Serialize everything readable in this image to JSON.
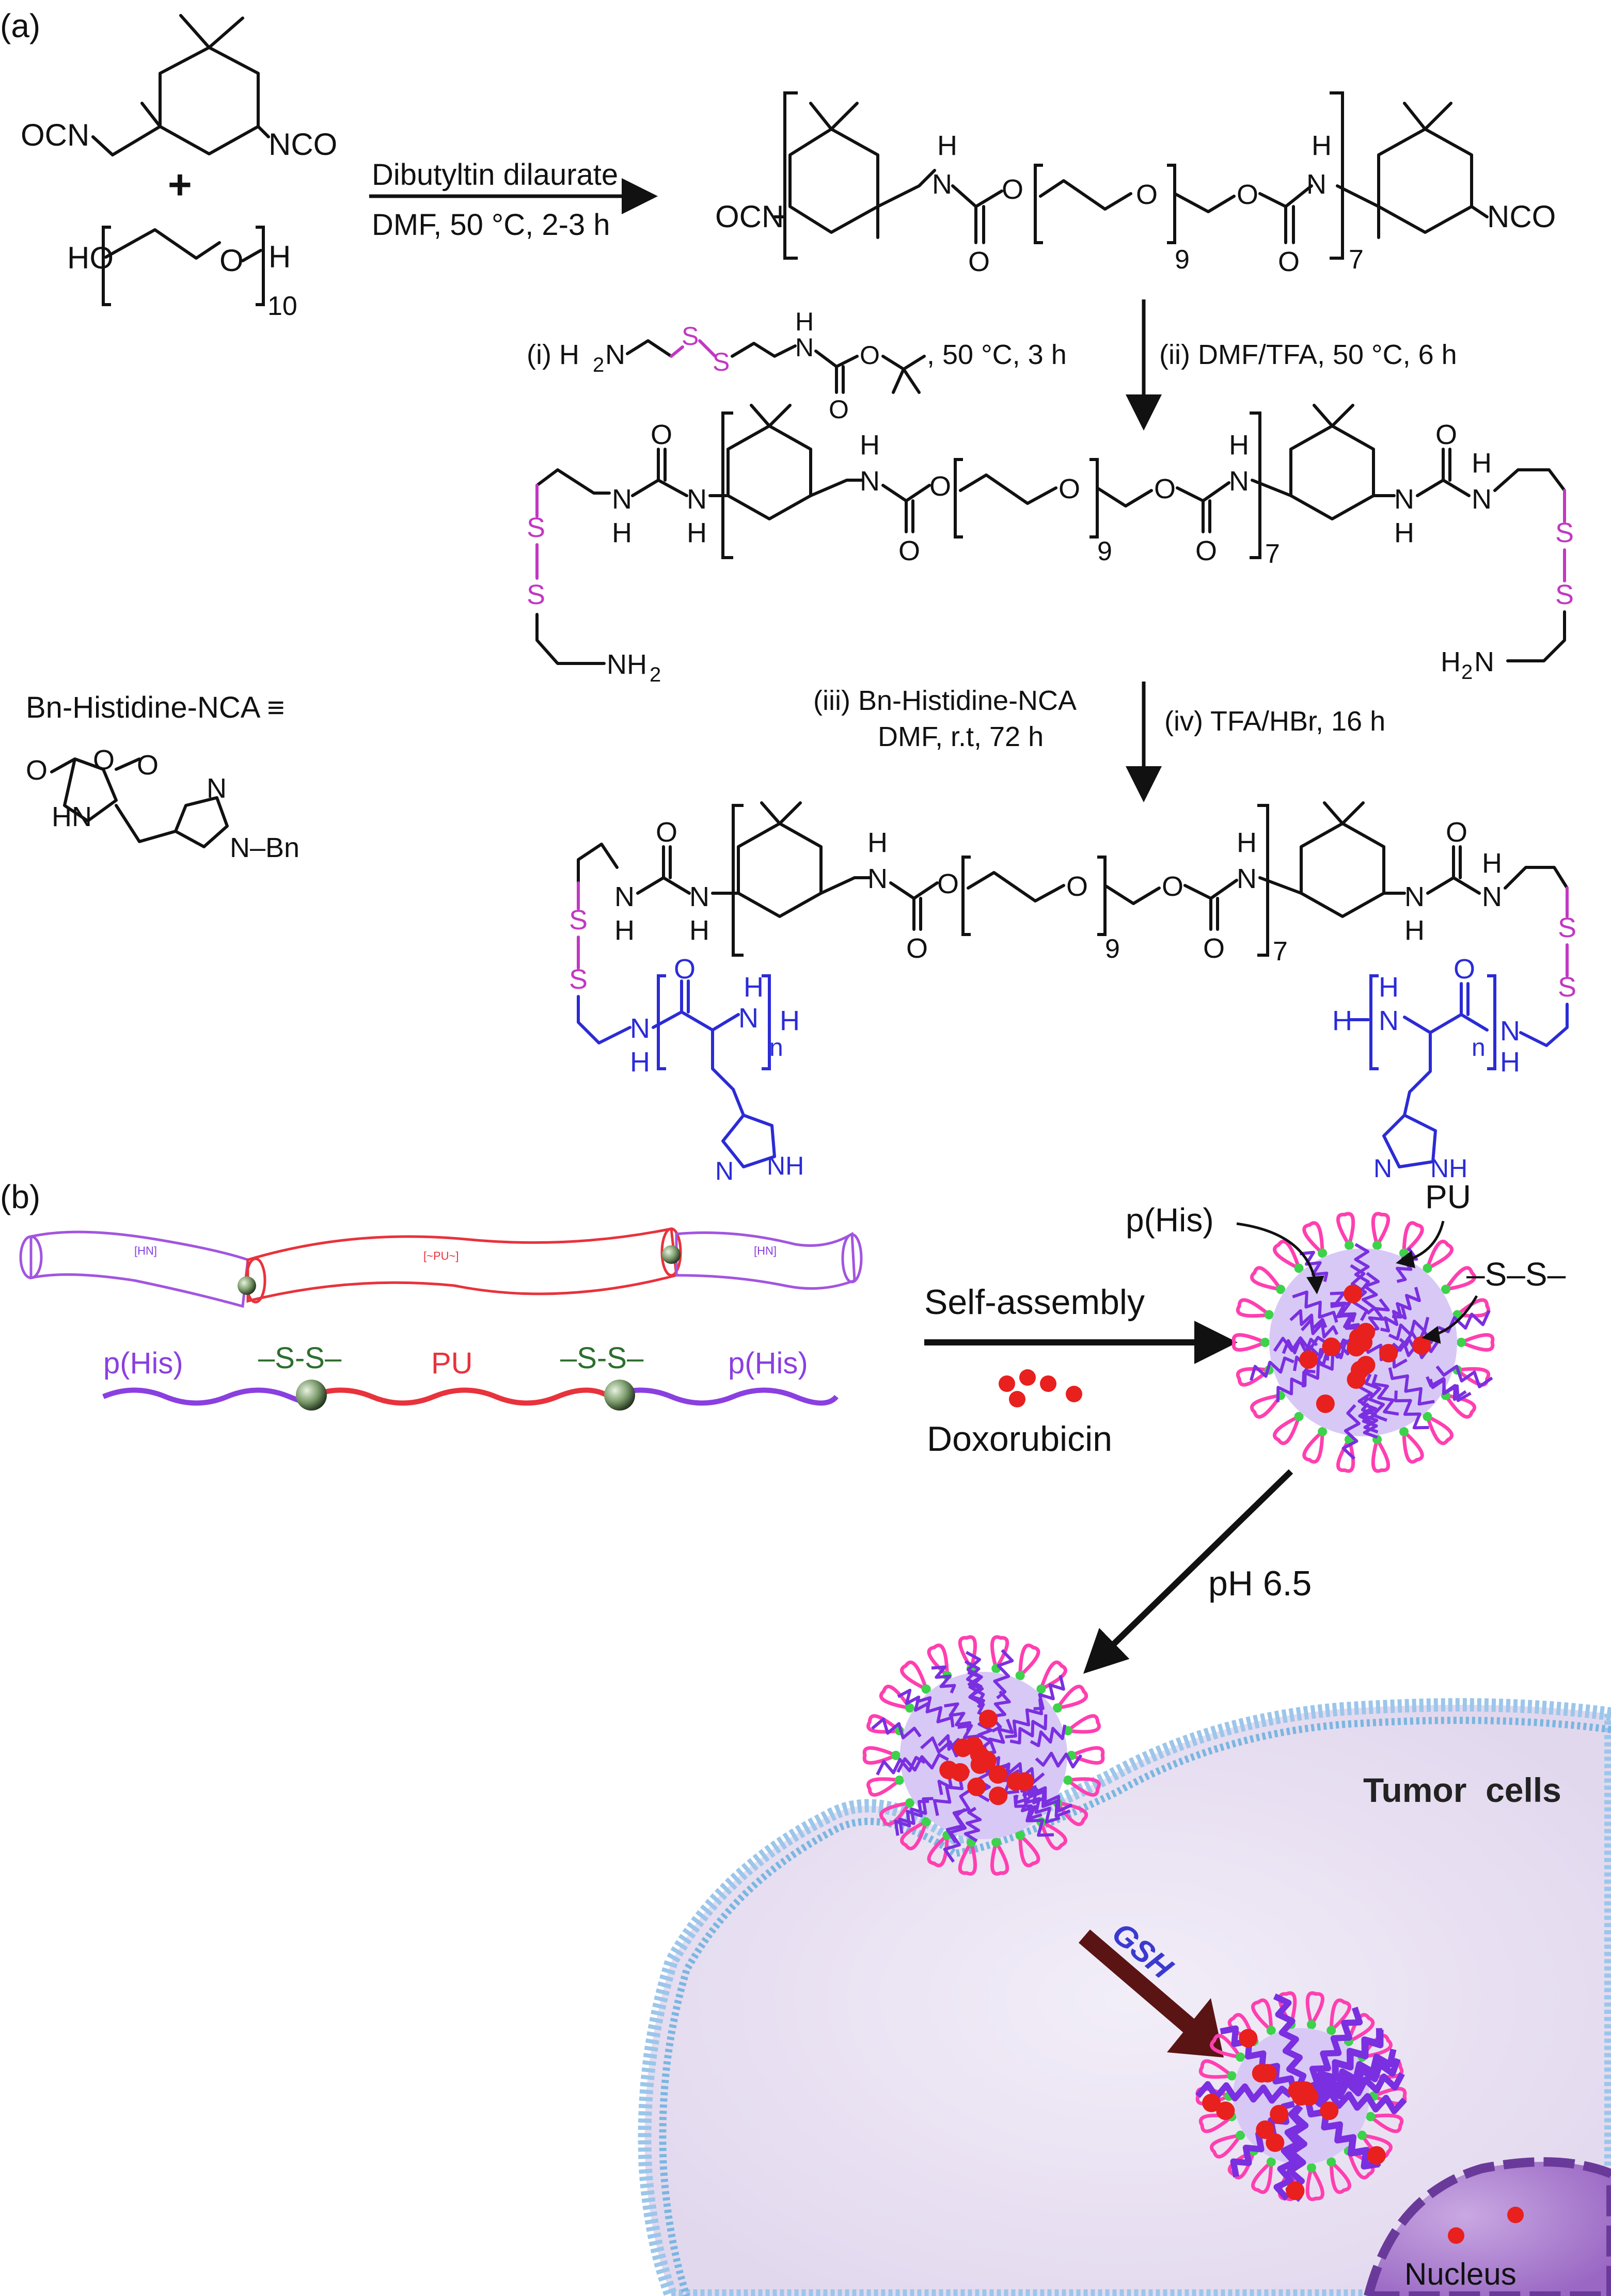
{
  "panel_a": {
    "label": "(a)",
    "reactant1": {
      "ocn_left": "OCN",
      "nco_right": "NCO"
    },
    "plus": "+",
    "reactant2": {
      "ho": "HO",
      "o": "O",
      "h": "H",
      "sub": "10"
    },
    "step1": {
      "top": "Dibutyltin dilaurate",
      "bottom": "DMF, 50 °C, 2-3 h"
    },
    "product1": {
      "ocn": "OCN",
      "nco": "NCO",
      "h": "H",
      "o": "O",
      "sub9": "9",
      "sub7": "7"
    },
    "step2": {
      "reagent_prefix": "(i) H",
      "reagent_sub": "2",
      "reagent_n": "N",
      "s": "S",
      "h": "H",
      "o": "O",
      "cond_i": ", 50 °C, 3 h",
      "cond_ii": "(ii) DMF/TFA, 50 °C, 6 h"
    },
    "product2": {
      "nh2_left": "NH",
      "nh2_left_sub": "2",
      "h2n_right": "H",
      "h2n_right_sub": "2",
      "h2n_right_n": "N",
      "h": "H",
      "o": "O",
      "s": "S",
      "n": "N",
      "sub9": "9",
      "sub7": "7"
    },
    "step3": {
      "line1": "(iii) Bn-Histidine-NCA",
      "line2": "DMF, r.t, 72 h",
      "line3": "(iv) TFA/HBr, 16 h"
    },
    "nca": {
      "label": "Bn-Histidine-NCA ≡",
      "o": "O",
      "hn": "HN",
      "n": "N",
      "nbn": "N–Bn"
    },
    "product3": {
      "sub9": "9",
      "sub7": "7",
      "n_sub": "n",
      "h": "H",
      "o": "O",
      "s": "S",
      "n": "N",
      "nh": "NH"
    }
  },
  "panel_b": {
    "label": "(b)",
    "chain_labels": {
      "phis_left": "p(His)",
      "ss_left": "–S-S–",
      "pu": "PU",
      "ss_right": "–S-S–",
      "phis_right": "p(His)"
    },
    "arrow_top": "Self-assembly",
    "arrow_bottom": "Doxorubicin",
    "micelle_labels": {
      "phis": "p(His)",
      "pu": "PU",
      "ss": "–S–S–"
    },
    "ph_label": "pH 6.5",
    "cell_label": "Tumor  cells",
    "gsh_label": "GSH",
    "nucleus_label": "Nucleus"
  },
  "colors": {
    "pu": "#e8323c",
    "phis": "#8a3fe0",
    "ss": "#3a8a3a",
    "dox": "#e8201e",
    "gsh_arrow": "#5a1414",
    "membrane": "#7ab6e0",
    "cell": "#ece6f4",
    "nucleus": "#a070c8",
    "chem_blue": "#2b2bd6",
    "chem_pink": "#c238c2"
  }
}
